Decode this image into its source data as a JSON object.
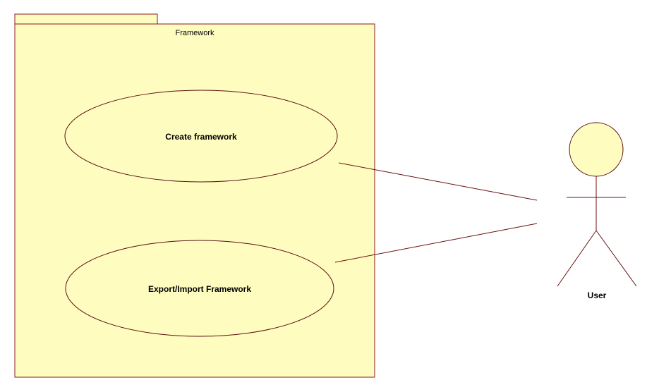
{
  "package": {
    "name": "Framework"
  },
  "use_cases": [
    {
      "label": "Create framework"
    },
    {
      "label": "Export/Import Framework"
    }
  ],
  "actor": {
    "name": "User"
  },
  "colors": {
    "fill": "#FFFCC0",
    "stroke": "#8B1A1A",
    "text": "#000000"
  }
}
